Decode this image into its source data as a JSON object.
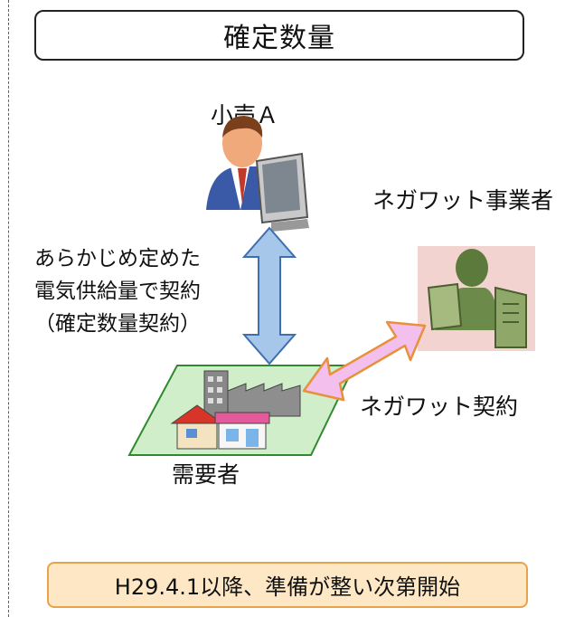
{
  "title": "確定数量",
  "retailer": {
    "label": "小売Ａ"
  },
  "aggregator": {
    "label": "ネガワット事業者"
  },
  "consumer": {
    "label": "需要者"
  },
  "fixed_contract": {
    "line1": "あらかじめ定めた",
    "line2": "電気供給量で契約",
    "line3": "（確定数量契約）"
  },
  "negawatt_contract": {
    "label": "ネガワット契約"
  },
  "footer": {
    "text": "H29.4.1以降、準備が整い次第開始"
  },
  "colors": {
    "blue_arrow": "#a7c7ea",
    "pink_arrow": "#f3c0ee",
    "arrow_outline": "#e8903c",
    "footer_bg": "#fde7c4",
    "footer_border": "#e8a24a",
    "ground": "#cfeec9",
    "dashed_line": "#c0392b"
  }
}
